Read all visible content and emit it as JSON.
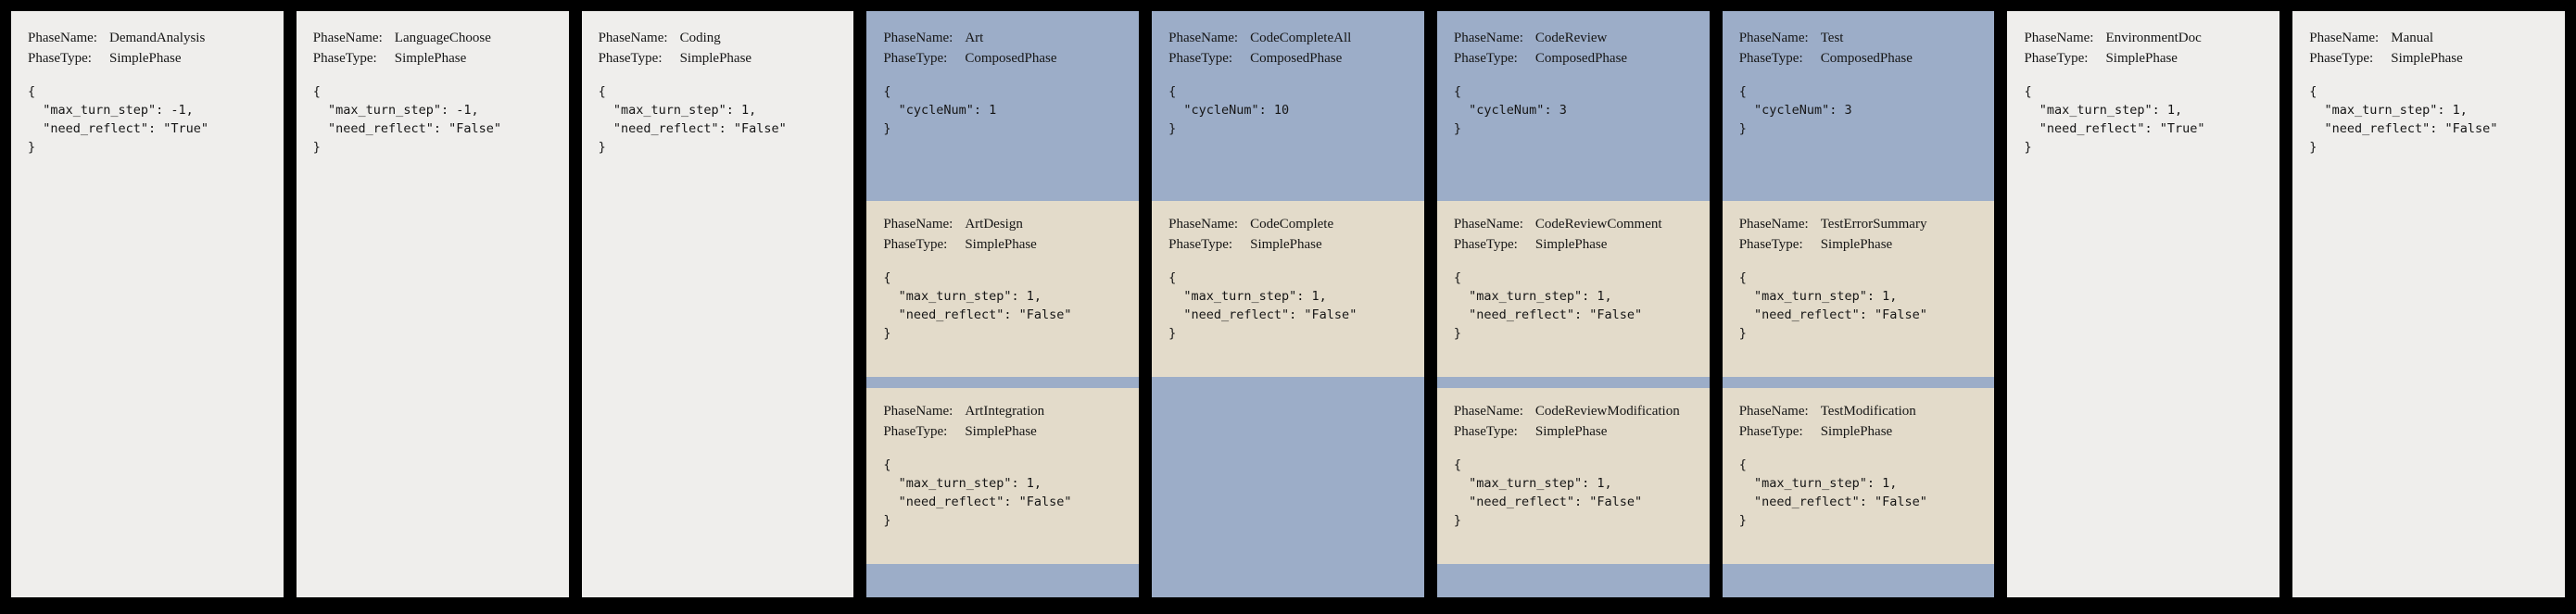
{
  "labels": {
    "phase_name": "PhaseName:",
    "phase_type": "PhaseType:"
  },
  "colors": {
    "background": "#000000",
    "simple_card": "#efeeec",
    "composed_card": "#9cadc8",
    "subphase_card": "#e3dbca"
  },
  "columns": [
    {
      "kind": "simple",
      "name": "DemandAnalysis",
      "phase_type": "SimplePhase",
      "config": [
        "{",
        "  \"max_turn_step\": -1,",
        "  \"need_reflect\": \"True\"",
        "}"
      ]
    },
    {
      "kind": "simple",
      "name": "LanguageChoose",
      "phase_type": "SimplePhase",
      "config": [
        "{",
        "  \"max_turn_step\": -1,",
        "  \"need_reflect\": \"False\"",
        "}"
      ]
    },
    {
      "kind": "simple",
      "name": "Coding",
      "phase_type": "SimplePhase",
      "config": [
        "{",
        "  \"max_turn_step\": 1,",
        "  \"need_reflect\": \"False\"",
        "}"
      ]
    },
    {
      "kind": "composed",
      "name": "Art",
      "phase_type": "ComposedPhase",
      "config": [
        "{",
        "  \"cycleNum\": 1",
        "}"
      ],
      "subphases": [
        {
          "name": "ArtDesign",
          "phase_type": "SimplePhase",
          "config": [
            "{",
            "  \"max_turn_step\": 1,",
            "  \"need_reflect\": \"False\"",
            "}"
          ]
        },
        {
          "name": "ArtIntegration",
          "phase_type": "SimplePhase",
          "config": [
            "{",
            "  \"max_turn_step\": 1,",
            "  \"need_reflect\": \"False\"",
            "}"
          ]
        }
      ]
    },
    {
      "kind": "composed",
      "name": "CodeCompleteAll",
      "phase_type": "ComposedPhase",
      "config": [
        "{",
        "  \"cycleNum\": 10",
        "}"
      ],
      "subphases": [
        {
          "name": "CodeComplete",
          "phase_type": "SimplePhase",
          "config": [
            "{",
            "  \"max_turn_step\": 1,",
            "  \"need_reflect\": \"False\"",
            "}"
          ]
        }
      ]
    },
    {
      "kind": "composed",
      "name": "CodeReview",
      "phase_type": "ComposedPhase",
      "config": [
        "{",
        "  \"cycleNum\": 3",
        "}"
      ],
      "subphases": [
        {
          "name": "CodeReviewComment",
          "phase_type": "SimplePhase",
          "config": [
            "{",
            "  \"max_turn_step\": 1,",
            "  \"need_reflect\": \"False\"",
            "}"
          ]
        },
        {
          "name": "CodeReviewModification",
          "phase_type": "SimplePhase",
          "config": [
            "{",
            "  \"max_turn_step\": 1,",
            "  \"need_reflect\": \"False\"",
            "}"
          ]
        }
      ]
    },
    {
      "kind": "composed",
      "name": "Test",
      "phase_type": "ComposedPhase",
      "config": [
        "{",
        "  \"cycleNum\": 3",
        "}"
      ],
      "subphases": [
        {
          "name": "TestErrorSummary",
          "phase_type": "SimplePhase",
          "config": [
            "{",
            "  \"max_turn_step\": 1,",
            "  \"need_reflect\": \"False\"",
            "}"
          ]
        },
        {
          "name": "TestModification",
          "phase_type": "SimplePhase",
          "config": [
            "{",
            "  \"max_turn_step\": 1,",
            "  \"need_reflect\": \"False\"",
            "}"
          ]
        }
      ]
    },
    {
      "kind": "simple",
      "name": "EnvironmentDoc",
      "phase_type": "SimplePhase",
      "config": [
        "{",
        "  \"max_turn_step\": 1,",
        "  \"need_reflect\": \"True\"",
        "}"
      ]
    },
    {
      "kind": "simple",
      "name": "Manual",
      "phase_type": "SimplePhase",
      "config": [
        "{",
        "  \"max_turn_step\": 1,",
        "  \"need_reflect\": \"False\"",
        "}"
      ]
    }
  ]
}
